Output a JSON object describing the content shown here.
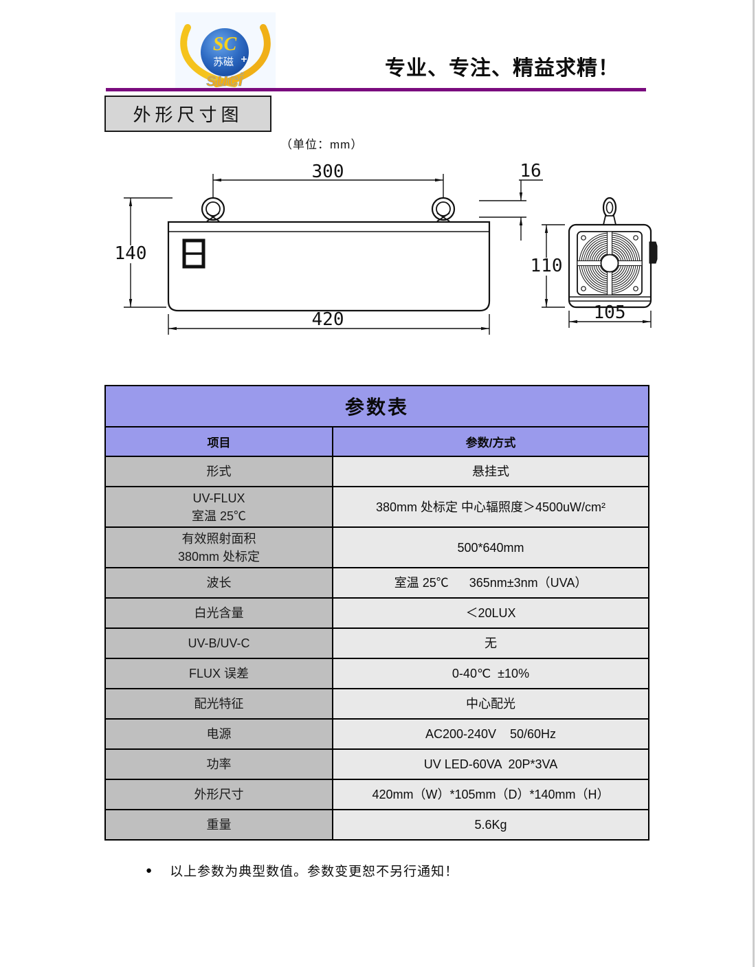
{
  "logo": {
    "sc": "SC",
    "name_cn": "苏磁",
    "name_en": "suci"
  },
  "header": {
    "slogan": "专业、专注、精益求精！"
  },
  "section": {
    "title": "外形尺寸图",
    "unit_label": "（单位：mm）"
  },
  "drawing": {
    "dims": {
      "ring_span": "300",
      "ring_height": "16",
      "front_height": "140",
      "side_height": "110",
      "front_width": "420",
      "side_width": "105"
    }
  },
  "table": {
    "title": "参数表",
    "columns": [
      "项目",
      "参数/方式"
    ],
    "rows": [
      {
        "label": "形式",
        "value": "悬挂式"
      },
      {
        "label": "UV-FLUX",
        "label2": "室温 25℃",
        "value": "380mm 处标定 中心辐照度＞4500uW/cm²"
      },
      {
        "label": "有效照射面积",
        "label2": "380mm 处标定",
        "value": "500*640mm"
      },
      {
        "label": "波长",
        "value": "室温 25℃      365nm±3nm（UVA）"
      },
      {
        "label": "白光含量",
        "value": "＜20LUX"
      },
      {
        "label": "UV-B/UV-C",
        "value": "无"
      },
      {
        "label": "FLUX 误差",
        "value": "0-40℃  ±10%"
      },
      {
        "label": "配光特征",
        "value": "中心配光"
      },
      {
        "label": "电源",
        "value": "AC200-240V    50/60Hz"
      },
      {
        "label": "功率",
        "value": "UV LED-60VA  20P*3VA"
      },
      {
        "label": "外形尺寸",
        "value": "420mm（W）*105mm（D）*140mm（H）"
      },
      {
        "label": "重量",
        "value": "5.6Kg"
      }
    ]
  },
  "footer": {
    "bullet": "●",
    "note": "以上参数为典型数值。参数变更恕不另行通知！"
  }
}
